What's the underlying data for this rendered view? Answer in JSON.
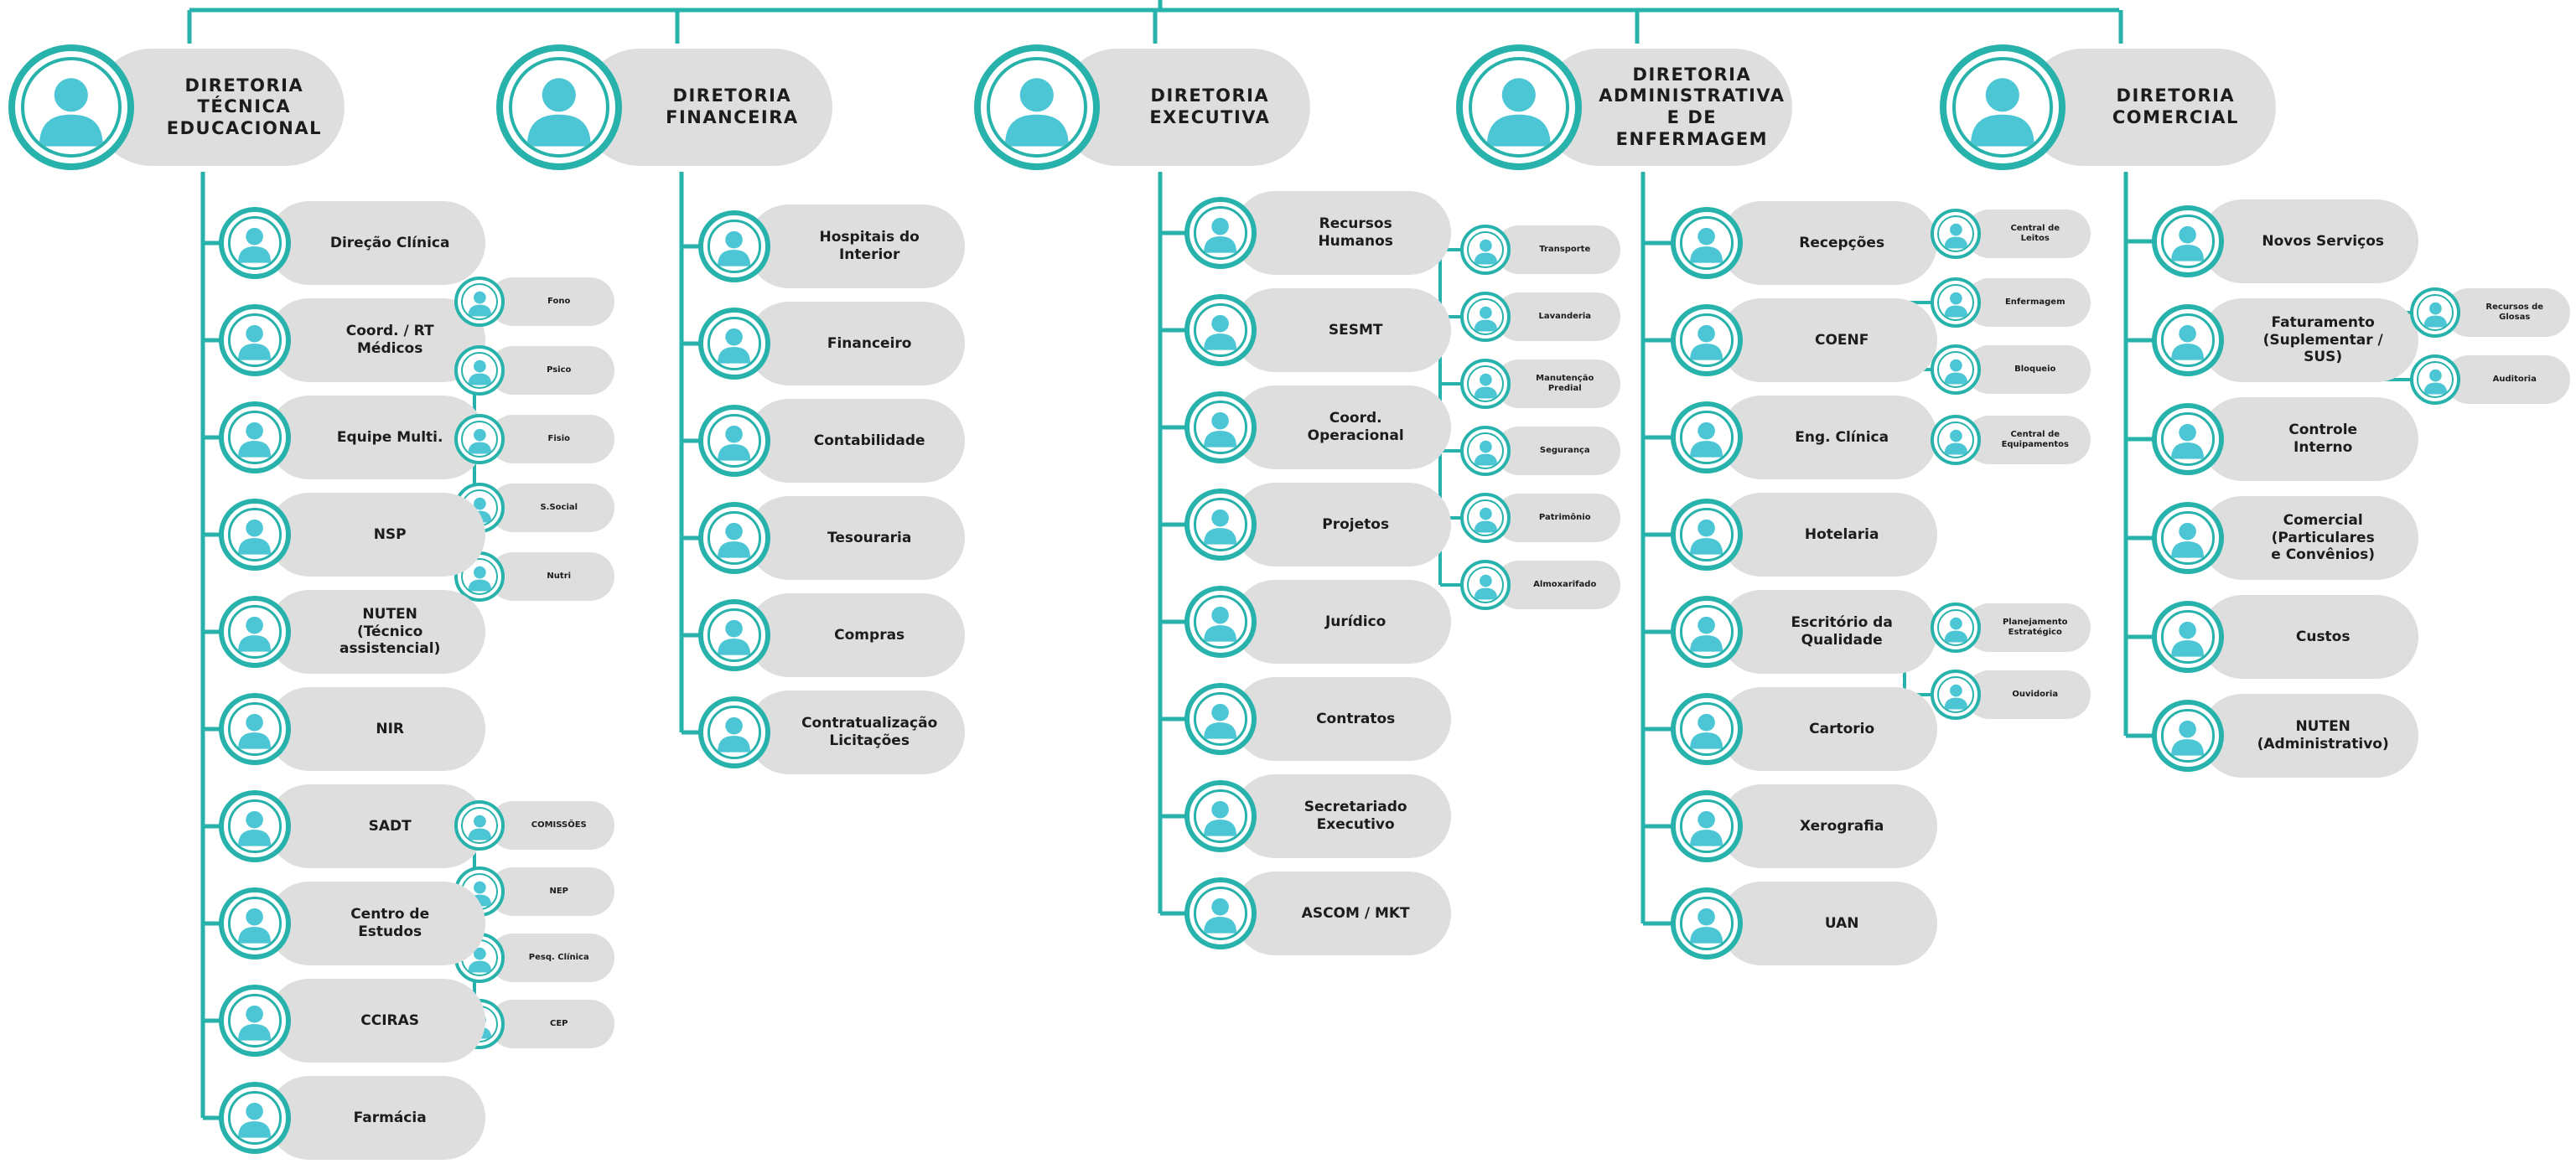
{
  "colors": {
    "accent": "#27b2ab",
    "fill": "#4cc6d4",
    "pill": "#dededf",
    "text": "#1c1c1c"
  },
  "icon": "person-icon",
  "directorates": [
    {
      "id": "d1",
      "label": "DIRETORIA TÉCNICA\nEDUCACIONAL",
      "units": [
        {
          "label": "Direção Clínica"
        },
        {
          "label": "Coord. / RT\nMédicos"
        },
        {
          "label": "Equipe Multi.",
          "children": [
            "Fono",
            "Psico",
            "Fisio",
            "S.Social",
            "Nutri"
          ]
        },
        {
          "label": "NSP"
        },
        {
          "label": "NUTEN\n(Técnico\nassistencial)"
        },
        {
          "label": "NIR"
        },
        {
          "label": "SADT",
          "children": [
            "COMISSÕES",
            "NEP",
            "Pesq. Clínica",
            "CEP"
          ]
        },
        {
          "label": "Centro de\nEstudos"
        },
        {
          "label": "CCIRAS"
        },
        {
          "label": "Farmácia"
        }
      ]
    },
    {
      "id": "d2",
      "label": "DIRETORIA\nFINANCEIRA",
      "units": [
        {
          "label": "Hospitais do\nInterior"
        },
        {
          "label": "Financeiro"
        },
        {
          "label": "Contabilidade"
        },
        {
          "label": "Tesouraria"
        },
        {
          "label": "Compras"
        },
        {
          "label": "Contratualização\nLicitações"
        }
      ]
    },
    {
      "id": "d3",
      "label": "DIRETORIA\nEXECUTIVA",
      "units": [
        {
          "label": "Recursos\nHumanos"
        },
        {
          "label": "SESMT"
        },
        {
          "label": "Coord.\nOperacional",
          "children": [
            "Transporte",
            "Lavanderia",
            "Manutenção\nPredial",
            "Segurança",
            "Patrimônio",
            "Almoxarifado"
          ]
        },
        {
          "label": "Projetos"
        },
        {
          "label": "Jurídico"
        },
        {
          "label": "Contratos"
        },
        {
          "label": "Secretariado\nExecutivo"
        },
        {
          "label": "ASCOM / MKT"
        }
      ]
    },
    {
      "id": "d4",
      "label": "DIRETORIA\nADMINISTRATIVA\nE DE ENFERMAGEM",
      "units": [
        {
          "label": "Recepções",
          "children": [
            "Central de\nLeitos"
          ]
        },
        {
          "label": "COENF",
          "children": [
            "Enfermagem",
            "Bloqueio"
          ]
        },
        {
          "label": "Eng. Clínica",
          "children": [
            "Central de\nEquipamentos"
          ]
        },
        {
          "label": "Hotelaria"
        },
        {
          "label": "Escritório da\nQualidade",
          "children": [
            "Planejamento\nEstratégico",
            "Ouvidoria"
          ]
        },
        {
          "label": "Cartorio"
        },
        {
          "label": "Xerografia"
        },
        {
          "label": "UAN"
        }
      ]
    },
    {
      "id": "d5",
      "label": "DIRETORIA\nCOMERCIAL",
      "units": [
        {
          "label": "Novos Serviços"
        },
        {
          "label": "Faturamento\n(Suplementar /\nSUS)",
          "children": [
            "Recursos de\nGlosas",
            "Auditoria"
          ]
        },
        {
          "label": "Controle\nInterno"
        },
        {
          "label": "Comercial\n(Particulares\ne Convênios)"
        },
        {
          "label": "Custos"
        },
        {
          "label": "NUTEN\n(Administrativo)"
        }
      ]
    }
  ]
}
